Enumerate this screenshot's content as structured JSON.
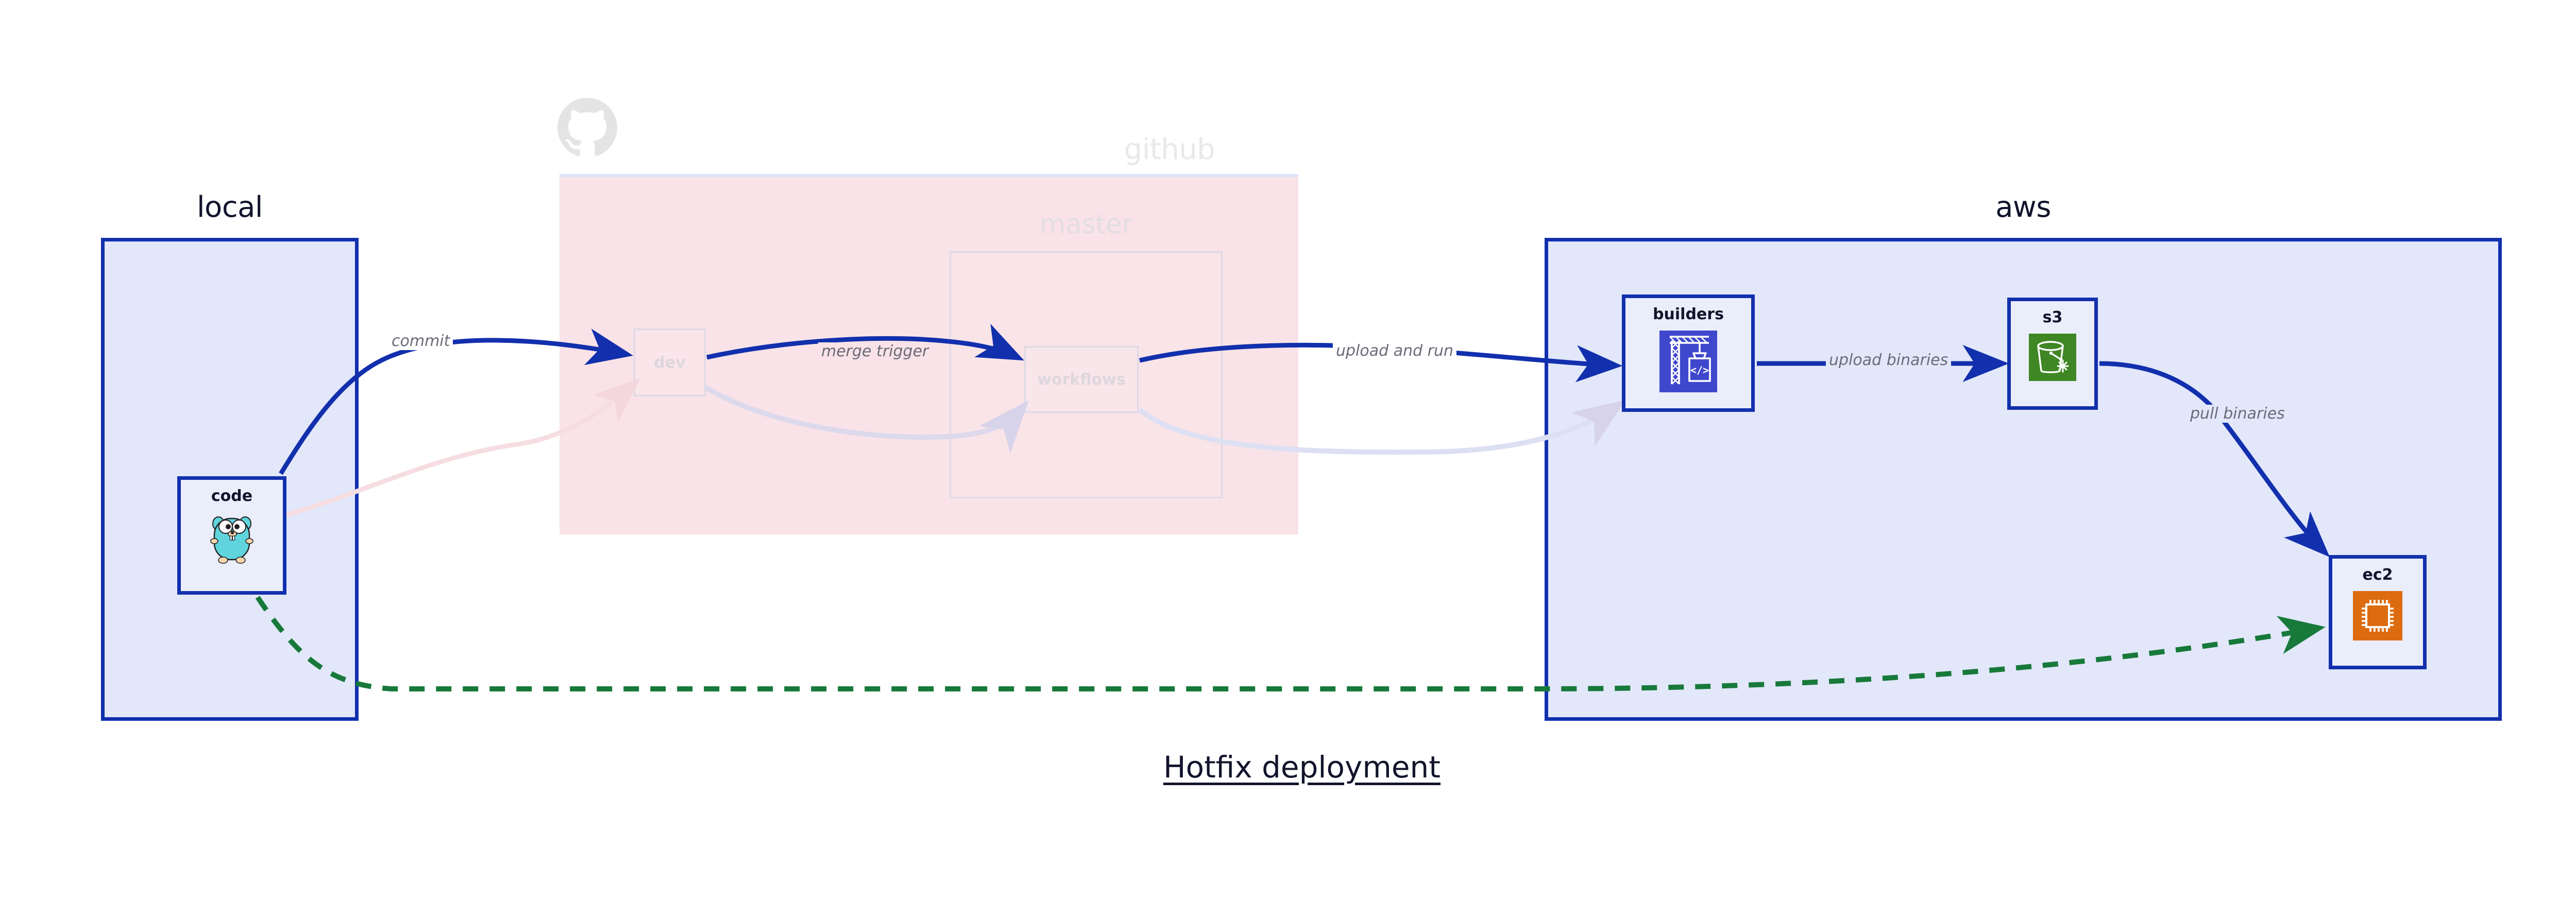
{
  "diagram": {
    "caption": "Hotfix deployment",
    "background": "#ffffff",
    "accent_blue": "#1230ad",
    "group_fill_blue": "#e2e7fa",
    "group_fill_pink": "#f9e3e8",
    "faded_text": "#ddd6dd",
    "label_text": "#6b6b79",
    "green_dashed": "#17793a"
  },
  "groups": {
    "local": {
      "title": "local"
    },
    "github": {
      "title": "github",
      "logo_icon": "github-octocat-icon"
    },
    "master": {
      "title": "master"
    },
    "aws": {
      "title": "aws"
    }
  },
  "nodes": {
    "code": {
      "label": "code",
      "icon": "go-gopher-icon"
    },
    "dev": {
      "label": "dev"
    },
    "workflows": {
      "label": "workflows"
    },
    "builders": {
      "label": "builders",
      "icon": "aws-codebuild-crane-icon",
      "icon_color": "#3f48cc"
    },
    "s3": {
      "label": "s3",
      "icon": "aws-s3-bucket-icon",
      "icon_color": "#3f8624"
    },
    "ec2": {
      "label": "ec2",
      "icon": "aws-ec2-cpu-icon",
      "icon_color": "#dd6b10"
    }
  },
  "edges": {
    "commit": {
      "label": "commit",
      "from": "code",
      "to": "dev",
      "style": "solid-blue"
    },
    "merge_trigger": {
      "label": "merge trigger",
      "from": "dev",
      "to": "workflows",
      "style": "solid-blue"
    },
    "upload_and_run": {
      "label": "upload and run",
      "from": "workflows",
      "to": "builders",
      "style": "solid-blue"
    },
    "upload_binaries": {
      "label": "upload binaries",
      "from": "builders",
      "to": "s3",
      "style": "solid-blue"
    },
    "pull_binaries": {
      "label": "pull binaries",
      "from": "s3",
      "to": "ec2",
      "style": "solid-blue"
    },
    "hotfix_direct": {
      "label": "",
      "from": "code",
      "to": "ec2",
      "style": "dashed-green"
    },
    "faded_code_dev": {
      "label": "",
      "from": "code",
      "to": "dev",
      "style": "faded-pink"
    },
    "faded_dev_workflows": {
      "label": "",
      "from": "dev",
      "to": "workflows",
      "style": "faded-violet"
    },
    "faded_workflows_builders": {
      "label": "",
      "from": "workflows",
      "to": "builders",
      "style": "faded-violet"
    }
  }
}
